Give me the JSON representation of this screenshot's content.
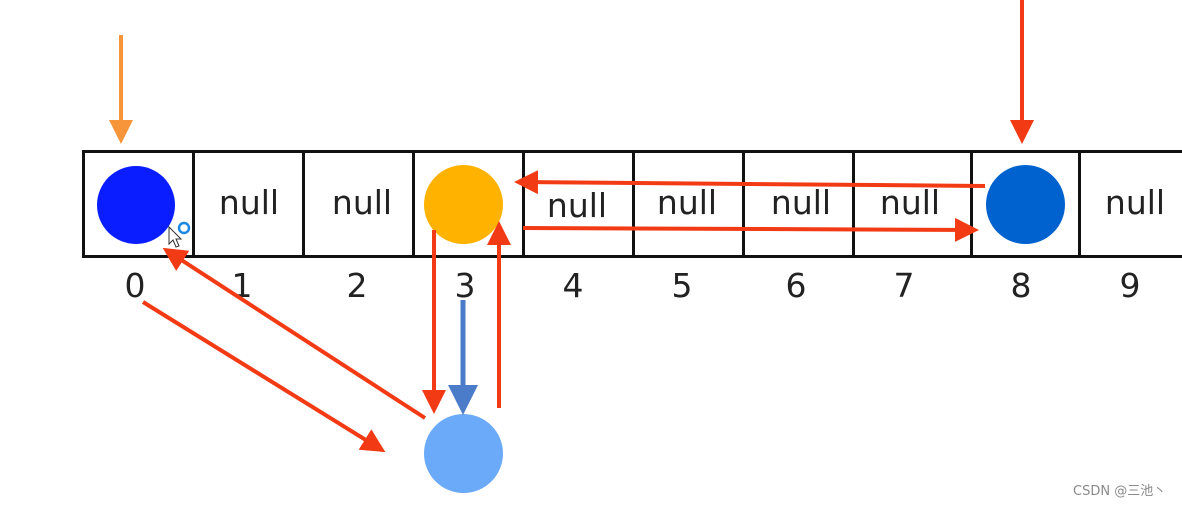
{
  "array": {
    "cells": [
      {
        "index": "0",
        "content": ""
      },
      {
        "index": "1",
        "content": "null"
      },
      {
        "index": "2",
        "content": "null"
      },
      {
        "index": "3",
        "content": ""
      },
      {
        "index": "4",
        "content": "null"
      },
      {
        "index": "5",
        "content": "null"
      },
      {
        "index": "6",
        "content": "null"
      },
      {
        "index": "7",
        "content": "null"
      },
      {
        "index": "8",
        "content": ""
      },
      {
        "index": "9",
        "content": "null"
      }
    ]
  },
  "colors": {
    "node_dark_blue": "#0a1dff",
    "node_orange": "#ffb300",
    "node_mid_blue": "#0062cf",
    "node_light_blue": "#6aaaf8",
    "arrow_red": "#f23a14",
    "arrow_orange": "#f7953a",
    "arrow_blue": "#4a7cc9"
  },
  "watermark": "CSDN @三池丶"
}
